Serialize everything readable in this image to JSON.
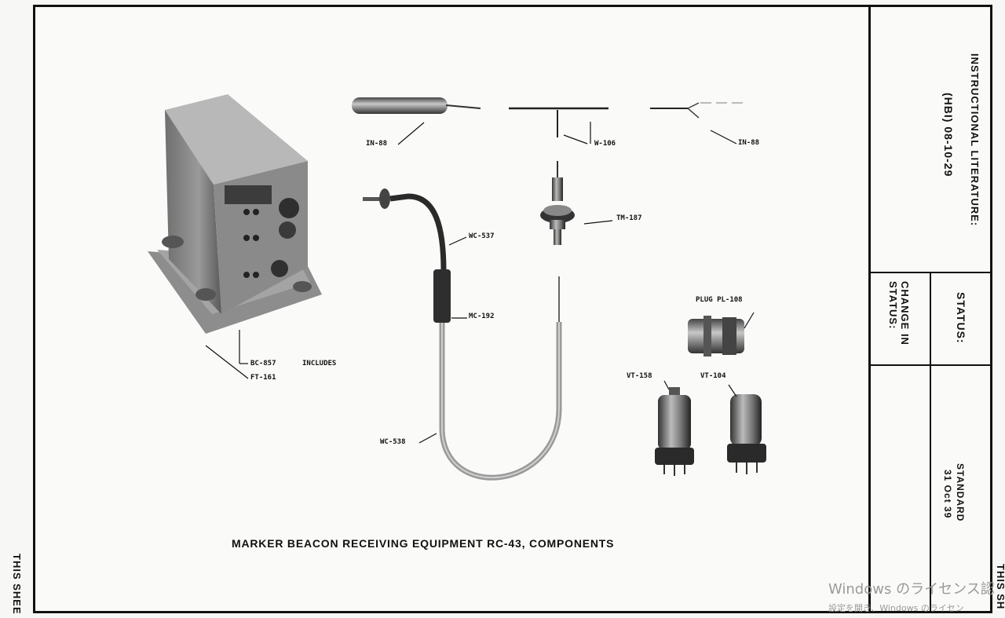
{
  "edges": {
    "left": "THIS SHEE",
    "right": "THIS SH"
  },
  "title_block": {
    "heading": "INSTRUCTIONAL LITERATURE:",
    "doc_number": "(HBI)  08-10-29",
    "status_label": "STATUS:",
    "change_label": "CHANGE IN STATUS:",
    "status_value_1": "STANDARD",
    "status_value_2": "31 Oct 39"
  },
  "labels": {
    "in88_left": "IN-88",
    "w106": "W-106",
    "in88_right": "IN-88",
    "tm187": "TM-187",
    "wc537": "WC-537",
    "mc192": "MC-192",
    "bc857": "BC-857",
    "includes": "INCLUDES",
    "ft161": "FT-161",
    "plug": "PLUG PL-108",
    "vt158": "VT-158",
    "vt104": "VT-104",
    "wc538": "WC-538"
  },
  "caption": "MARKER BEACON RECEIVING EQUIPMENT RC-43, COMPONENTS",
  "watermark": {
    "line1": "Windows のライセンス認",
    "line2": "設定を開き、Windows のライセン"
  }
}
